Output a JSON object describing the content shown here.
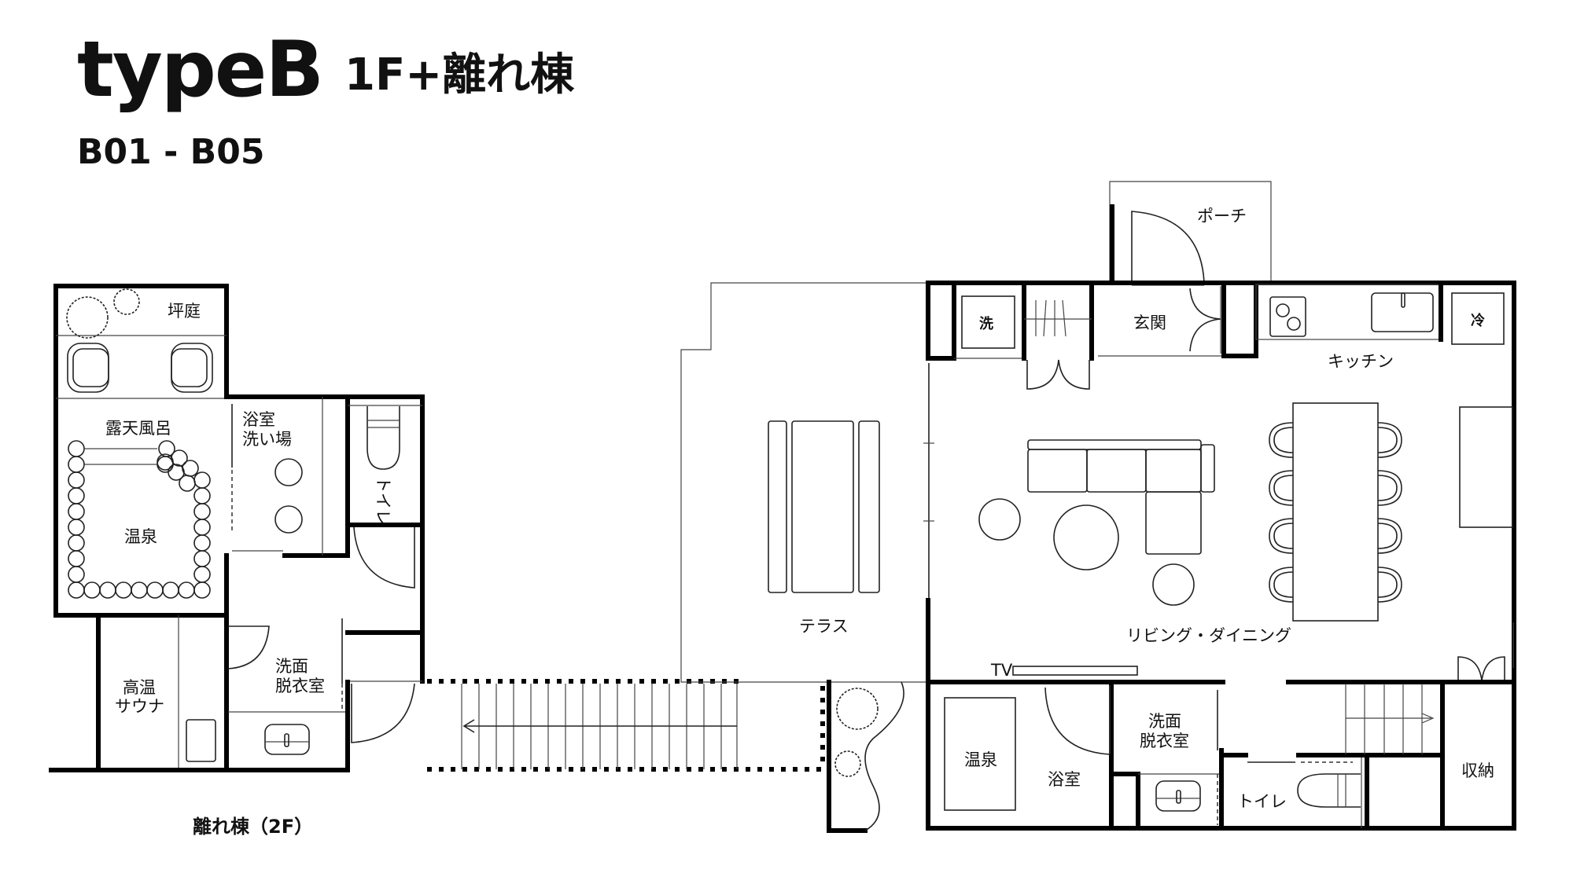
{
  "header": {
    "title": "typeB",
    "subtitle": "1F+離れ棟",
    "units": "B01 - B05"
  },
  "annex": {
    "label": "離れ棟（2F）",
    "rooms": {
      "courtyard": "坪庭",
      "open_air_bath": "露天風呂",
      "hot_spring": "温泉",
      "bath_wash_line1": "浴室",
      "bath_wash_line2": "洗い場",
      "toilet": "トイレ",
      "sauna_line1": "高温",
      "sauna_line2": "サウナ",
      "washroom_line1": "洗面",
      "washroom_line2": "脱衣室"
    }
  },
  "main": {
    "rooms": {
      "porch": "ポーチ",
      "entrance": "玄関",
      "washer": "洗",
      "kitchen": "キッチン",
      "fridge": "冷",
      "terrace": "テラス",
      "living_dining": "リビング・ダイニング",
      "tv": "TV",
      "hot_spring": "温泉",
      "bathroom": "浴室",
      "washroom_line1": "洗面",
      "washroom_line2": "脱衣室",
      "toilet": "トイレ",
      "storage": "収納"
    }
  },
  "colors": {
    "wall": "#000000",
    "background": "#ffffff"
  }
}
